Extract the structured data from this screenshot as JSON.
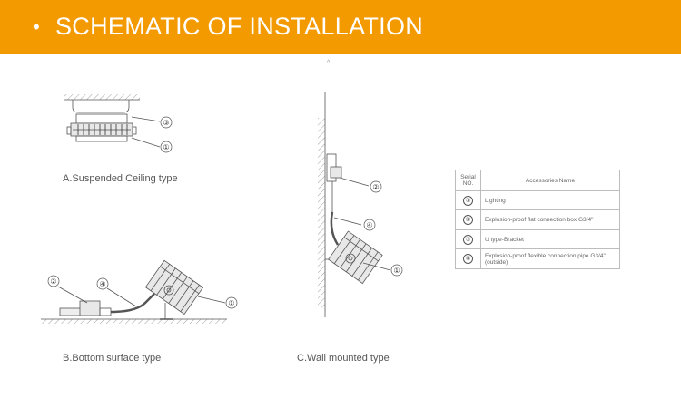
{
  "header": {
    "bullet": "•",
    "title": "SCHEMATIC OF INSTALLATION"
  },
  "captions": {
    "a": "A.Suspended Ceiling type",
    "b": "B.Bottom surface type",
    "c": "C.Wall mounted type"
  },
  "callouts": [
    "①",
    "②",
    "③",
    "④"
  ],
  "table": {
    "col_serial": "Serial NO.",
    "col_name": "Accessories Name",
    "rows": [
      {
        "num": "①",
        "name": "Lighting"
      },
      {
        "num": "②",
        "name": "Explosion-proof flat connection box G3/4\""
      },
      {
        "num": "③",
        "name": "U type-Bracket"
      },
      {
        "num": "④",
        "name": "Explosion-proof flexible connection pipe G3/4\"(outside)"
      }
    ]
  },
  "colors": {
    "accent": "#f39a00",
    "line": "#555555"
  },
  "icons": [
    "suspended-lamp-icon",
    "bottom-lamp-icon",
    "wall-lamp-icon"
  ]
}
